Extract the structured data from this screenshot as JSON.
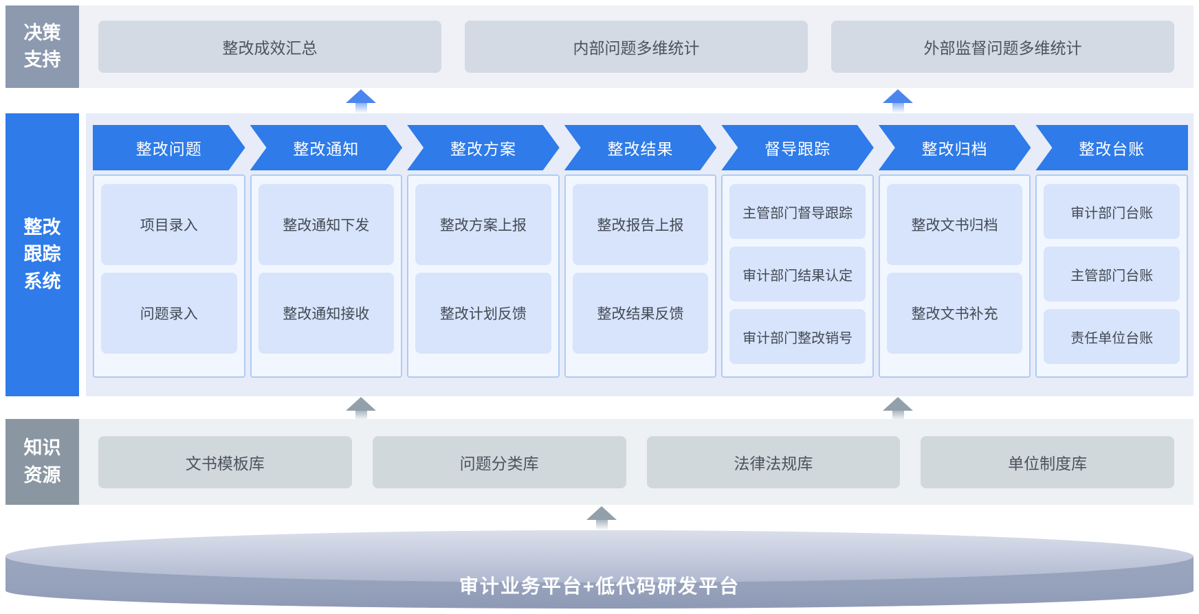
{
  "colors": {
    "primary_blue": "#2E7BE9",
    "band_lavender": "#E7ECF8",
    "flow_item_blue": "#D7E4FB",
    "decision_label_gray": "#8C99AE",
    "knowledge_label_gray": "#8A96A1",
    "decision_box_gray": "#D3DAE4",
    "knowledge_box_gray": "#D1D8DC",
    "platform_gray": "#96A1BB"
  },
  "decision_row": {
    "label_lines": [
      "决策",
      "支持"
    ],
    "items": [
      "整改成效汇总",
      "内部问题多维统计",
      "外部监督问题多维统计"
    ]
  },
  "tracking_section": {
    "label_lines": [
      "整改",
      "跟踪",
      "系统"
    ],
    "columns": [
      {
        "header": "整改问题",
        "items": [
          "项目录入",
          "问题录入"
        ]
      },
      {
        "header": "整改通知",
        "items": [
          "整改通知下发",
          "整改通知接收"
        ]
      },
      {
        "header": "整改方案",
        "items": [
          "整改方案上报",
          "整改计划反馈"
        ]
      },
      {
        "header": "整改结果",
        "items": [
          "整改报告上报",
          "整改结果反馈"
        ]
      },
      {
        "header": "督导跟踪",
        "items": [
          "主管部门督导跟踪",
          "审计部门结果认定",
          "审计部门整改销号"
        ]
      },
      {
        "header": "整改归档",
        "items": [
          "整改文书归档",
          "整改文书补充"
        ]
      },
      {
        "header": "整改台账",
        "items": [
          "审计部门台账",
          "主管部门台账",
          "责任单位台账"
        ]
      }
    ]
  },
  "knowledge_row": {
    "label_lines": [
      "知识",
      "资源"
    ],
    "items": [
      "文书模板库",
      "问题分类库",
      "法律法规库",
      "单位制度库"
    ]
  },
  "platform": {
    "label": "审计业务平台+低代码研发平台"
  }
}
